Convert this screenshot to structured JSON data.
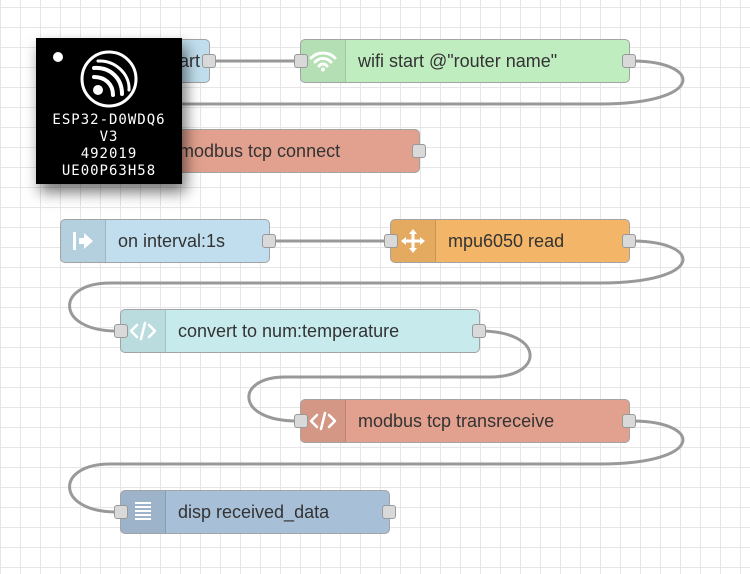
{
  "flow": {
    "nodes": [
      {
        "id": "start",
        "label": "start",
        "color": "#c0deed"
      },
      {
        "id": "wifi",
        "label": "wifi start @\"router name\"",
        "icon": "wifi-icon",
        "color": "#c0edc0"
      },
      {
        "id": "modbus-connect",
        "label": "modbus tcp connect",
        "color": "#e2a18f"
      },
      {
        "id": "interval",
        "label": "on interval:1s",
        "icon": "arrow-in-icon",
        "color": "#c0deed"
      },
      {
        "id": "mpu",
        "label": "mpu6050 read",
        "icon": "move-arrows-icon",
        "color": "#f3b567"
      },
      {
        "id": "convert",
        "label": "convert to num:temperature",
        "icon": "code-icon",
        "color": "#c7eaed"
      },
      {
        "id": "transreceive",
        "label": "modbus tcp transreceive",
        "icon": "code-icon",
        "color": "#e2a18f"
      },
      {
        "id": "disp",
        "label": "disp received_data",
        "icon": "list-icon",
        "color": "#a7bfd7"
      }
    ]
  },
  "chip": {
    "model": "ESP32-D0WDQ6",
    "version": "V3",
    "date_code": "492019",
    "lot": "UE00P63H58",
    "logo": "espressif-logo"
  }
}
